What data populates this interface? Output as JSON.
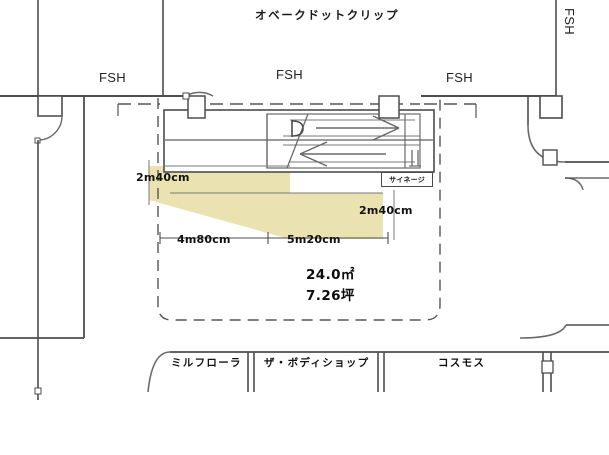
{
  "plan": {
    "top_tenant_label": "オベークドットクリップ",
    "fire_shutter_labels": [
      {
        "text": "FSH",
        "orientation": "horizontal"
      },
      {
        "text": "FSH",
        "orientation": "horizontal"
      },
      {
        "text": "FSH",
        "orientation": "horizontal"
      },
      {
        "text": "FSH",
        "orientation": "vertical"
      }
    ],
    "dimensions": {
      "left_depth": "2m40cm",
      "right_depth": "2m40cm",
      "bottom_left_width": "4m80cm",
      "bottom_right_width": "5m20cm"
    },
    "area": {
      "square_meters": "24.0㎡",
      "tsubo": "7.26坪"
    },
    "signage_label": "サイネージ",
    "bottom_tenants": [
      {
        "name": "ミルフローラ"
      },
      {
        "name": "ザ・ボディショップ"
      },
      {
        "name": "コスモス"
      }
    ],
    "colors": {
      "highlight_fill": "#eae2b0",
      "wall_stroke": "#4d4d4d",
      "thin_stroke": "#7a7a7a",
      "dashed_stroke": "#555555",
      "background": "#ffffff"
    },
    "escalator": {
      "up_arrow_direction": "right",
      "down_arrow_direction": "left"
    }
  }
}
